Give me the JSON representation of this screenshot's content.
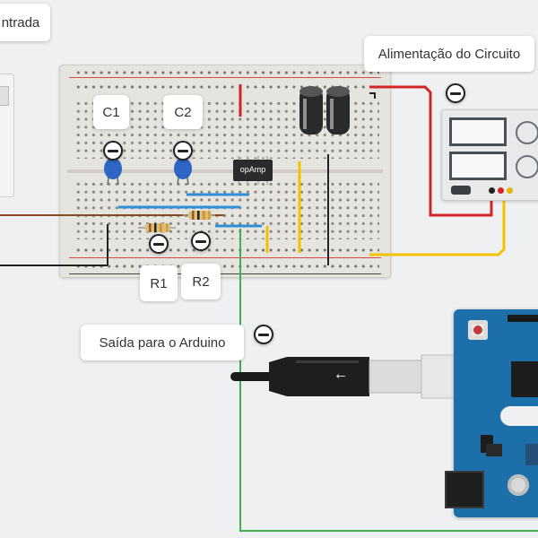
{
  "notes": {
    "entrada": "ntrada",
    "alimentacao": "Alimentação do Circuito",
    "c1": "C1",
    "c2": "C2",
    "r1": "R1",
    "r2": "R2",
    "saida": "Saída para o Arduino"
  },
  "components": {
    "opamp_label": "opAmp"
  },
  "colors": {
    "wire_red": "#d32525",
    "wire_black": "#222222",
    "wire_yellow": "#f2c200",
    "wire_green": "#3db14a",
    "wire_brown": "#8a4b22",
    "arduino_blue": "#1d6fa9",
    "capacitor_blue": "#2f66c6"
  },
  "icons": {
    "pin": "minus-pin-icon",
    "usb": "usb-icon"
  }
}
